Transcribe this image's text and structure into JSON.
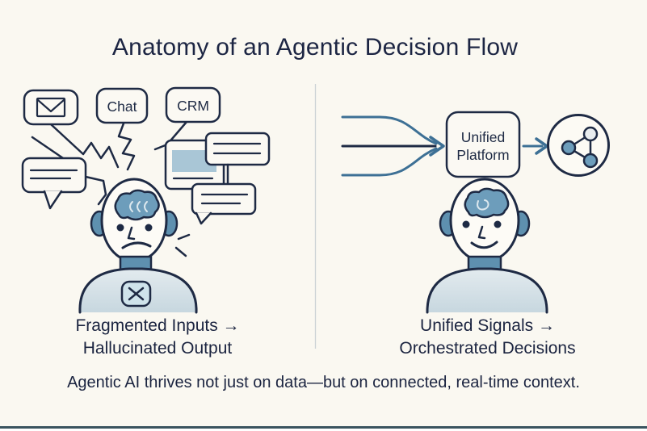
{
  "title": "Anatomy of an Agentic Decision Flow",
  "left": {
    "source_chat": "Chat",
    "source_crm": "CRM",
    "caption_line1": "Fragmented Inputs →",
    "caption_line2": "Hallucinated Output"
  },
  "right": {
    "platform_line1": "Unified",
    "platform_line2": "Platform",
    "caption_line1": "Unified Signals →",
    "caption_line2": "Orchestrated Decisions"
  },
  "footer_tagline": "Agentic AI thrives not just on data—but on connected, real-time context.",
  "icons": {
    "email": "envelope-icon",
    "error": "x-icon",
    "brain": "brain-icon",
    "network": "network-nodes-icon"
  },
  "colors": {
    "background": "#FAF8F1",
    "ink": "#1E2A44",
    "arrow_blue": "#3D7095",
    "fill_blue": "#6D9DBB",
    "neck_blue": "#5E90AF",
    "card_blue": "#A9C6D6",
    "badge_blue": "#CFE3EB",
    "node_light": "#E8ECEE",
    "bottom_bar": "#3A545F"
  }
}
